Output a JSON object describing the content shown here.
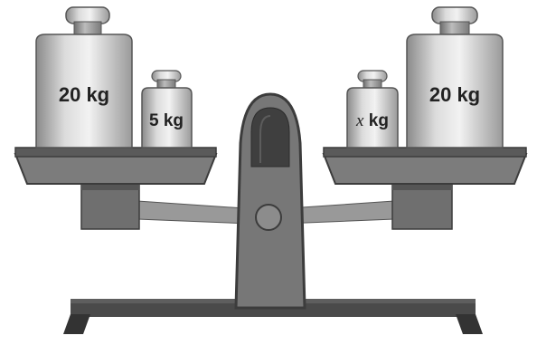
{
  "weights": {
    "left_large": {
      "label": "20 kg"
    },
    "left_small": {
      "label": "5 kg"
    },
    "right_small": {
      "variable": "x",
      "unit": " kg"
    },
    "right_large": {
      "label": "20 kg"
    }
  }
}
